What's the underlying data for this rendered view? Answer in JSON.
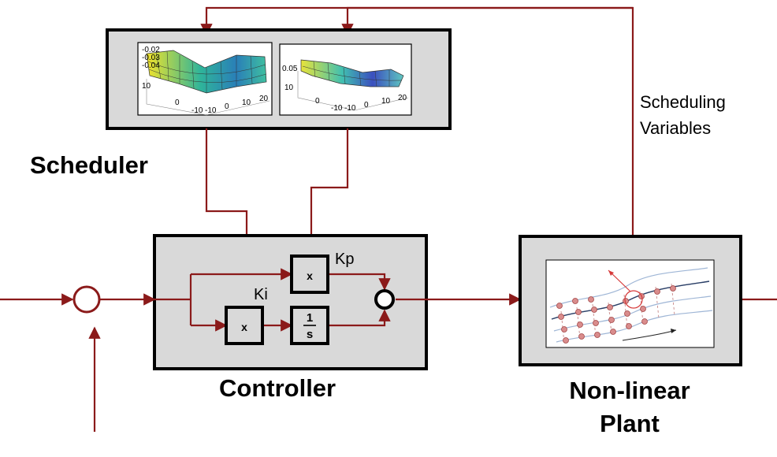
{
  "labels": {
    "scheduler": "Scheduler",
    "controller": "Controller",
    "plant_line1": "Non-linear",
    "plant_line2": "Plant",
    "scheduling_line1": "Scheduling",
    "scheduling_line2": "Variables",
    "kp": "Kp",
    "ki": "Ki"
  },
  "blocks": {
    "mult_symbol": "x",
    "integrator_num": "1",
    "integrator_den": "s"
  },
  "surface_plots": {
    "left": {
      "z_ticks": [
        "-0.02",
        "-0.03",
        "-0.04"
      ],
      "x_ticks": [
        "10",
        "0",
        "-10",
        "-10",
        "0",
        "10",
        "20"
      ]
    },
    "right": {
      "z_ticks": [
        "0.05",
        "10"
      ],
      "x_ticks": [
        "0",
        "-10",
        "-10",
        "0",
        "10",
        "20"
      ]
    }
  },
  "colors": {
    "signal_line": "#8b1a1a",
    "block_fill": "#d9d9d9",
    "block_border": "#000000",
    "surface_high": "#f2e32a",
    "surface_mid": "#2fb49a",
    "surface_low": "#3b4fbf"
  }
}
